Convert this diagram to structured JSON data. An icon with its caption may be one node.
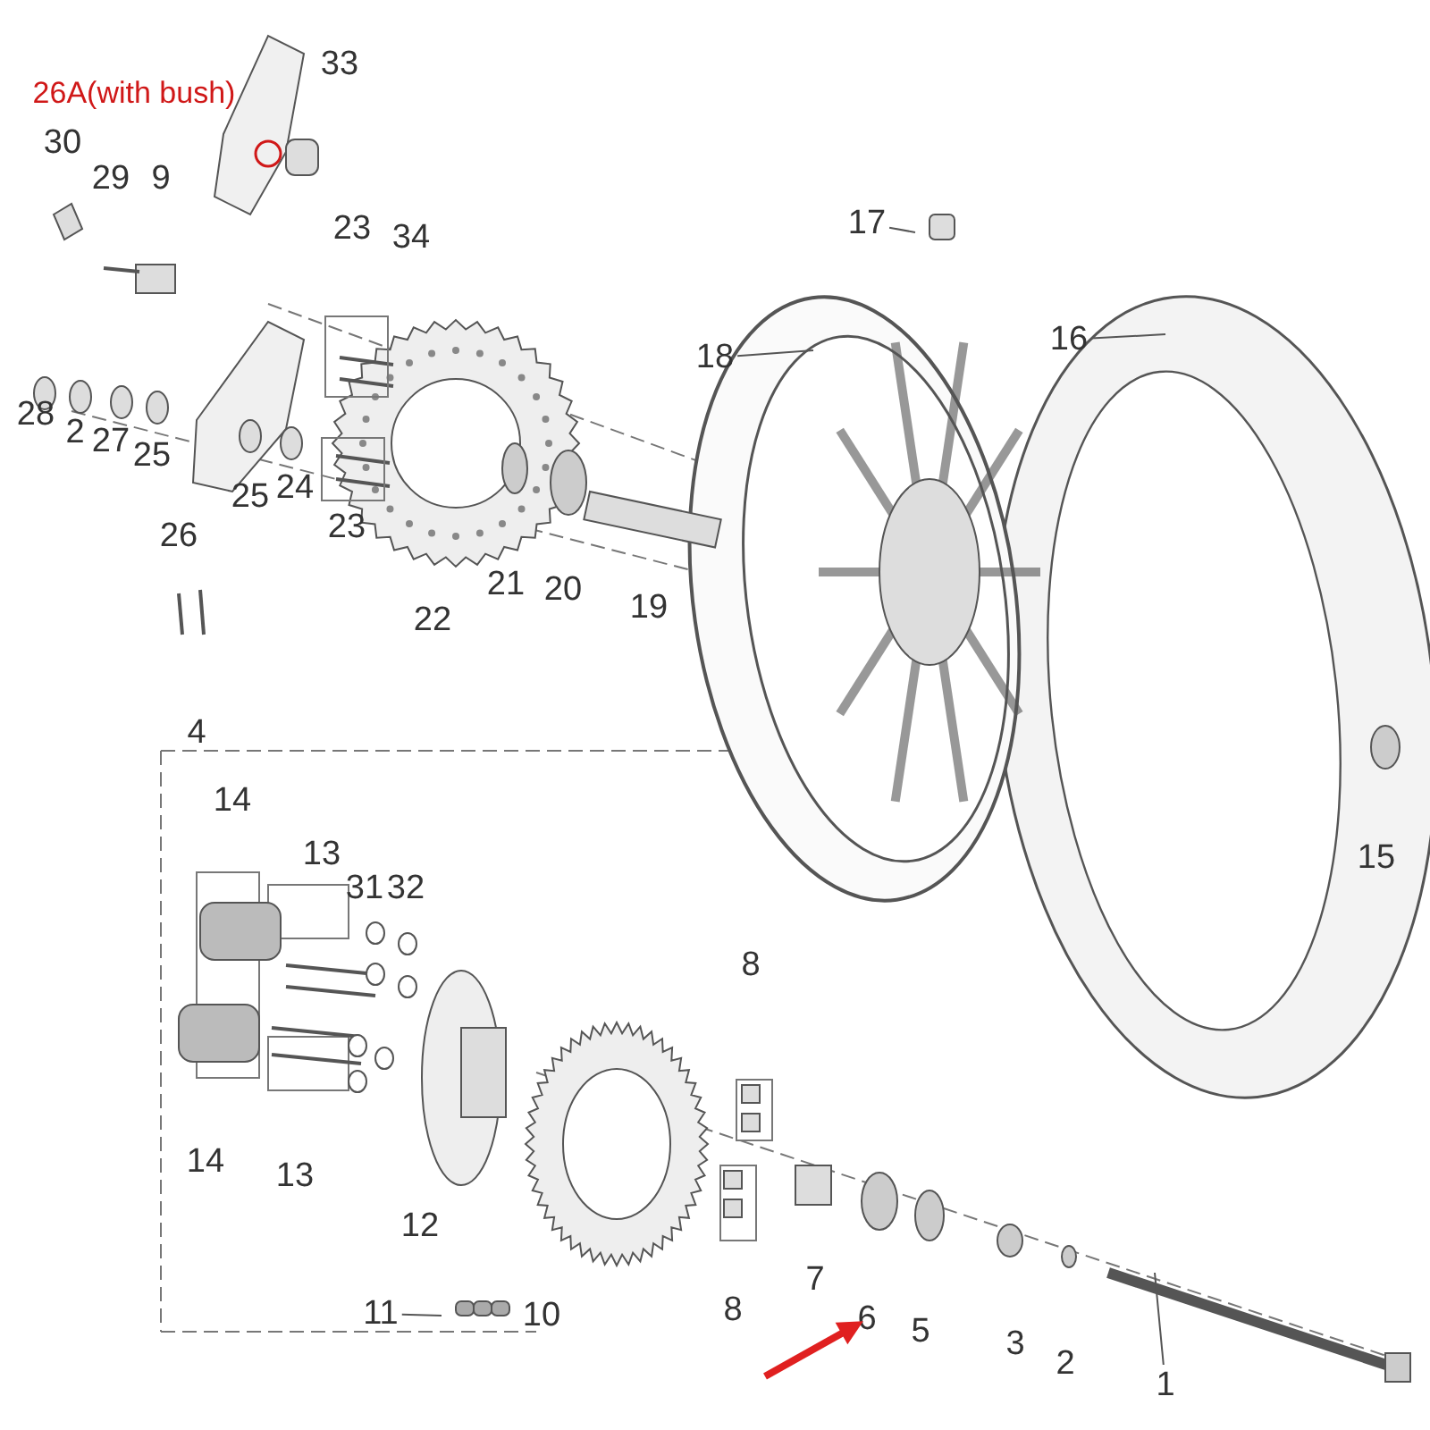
{
  "diagram": {
    "nodes": [
      {
        "text": [
          "17"
        ]
      },
      {
        "text": [
          "18"
        ]
      },
      {
        "text": [
          "16"
        ]
      },
      {
        "text": [
          "1"
        ]
      },
      {
        "text": [
          "11"
        ]
      },
      {
        "text": [
          "6"
        ]
      }
    ],
    "edges": [
      {
        "from": 0,
        "to": null,
        "arrow": "none"
      },
      {
        "from": 1,
        "to": null,
        "arrow": "none"
      },
      {
        "from": 2,
        "to": null,
        "arrow": "none"
      },
      {
        "from": 3,
        "to": null,
        "arrow": "none"
      },
      {
        "from": 4,
        "to": null,
        "arrow": "none"
      },
      {
        "from": null,
        "to": 5,
        "arrow": "to",
        "style": "thick",
        "color": "#e02020"
      }
    ],
    "labels": [
      "26A(with bush)",
      "33",
      "30",
      "29",
      "9",
      "23",
      "34",
      "28",
      "2",
      "27",
      "25",
      "25",
      "24",
      "26",
      "23",
      "22",
      "21",
      "20",
      "19",
      "4",
      "14",
      "13",
      "31",
      "32",
      "15",
      "8",
      "14",
      "13",
      "12",
      "10",
      "8",
      "7",
      "5",
      "3",
      "2"
    ]
  }
}
